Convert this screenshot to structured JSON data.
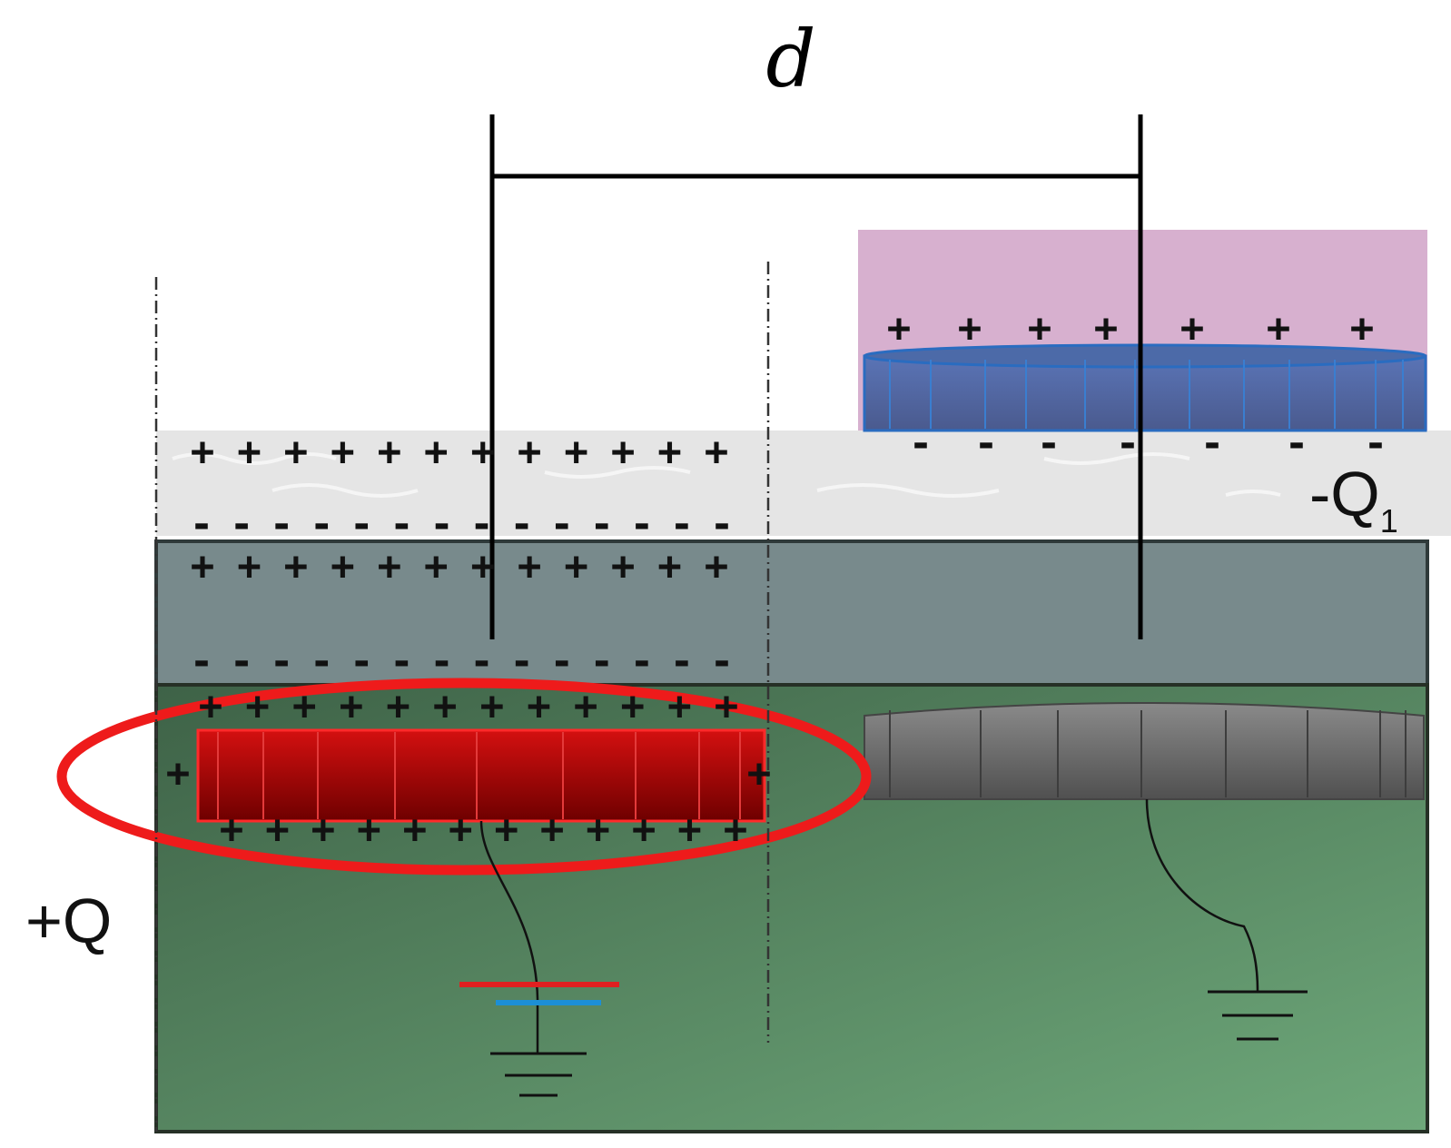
{
  "labels": {
    "distance": "d",
    "charge_left": "+Q",
    "charge_right_main": "-Q",
    "charge_right_sub": "1"
  },
  "signs": {
    "plus": "+",
    "minus": "-"
  },
  "colors": {
    "soil": "#4f7d58",
    "middle_layer": "#788a8c",
    "surface_layer": "#e6e6e6",
    "red_electrode": "#b30000",
    "highlight_ellipse": "#e81414",
    "gray_electrode": "#6b6b6b",
    "blue_electrode": "#4f68a8",
    "pink_zone": "#d9b3d1",
    "ground_red": "#e02020",
    "ground_blue": "#1c8fd6"
  }
}
